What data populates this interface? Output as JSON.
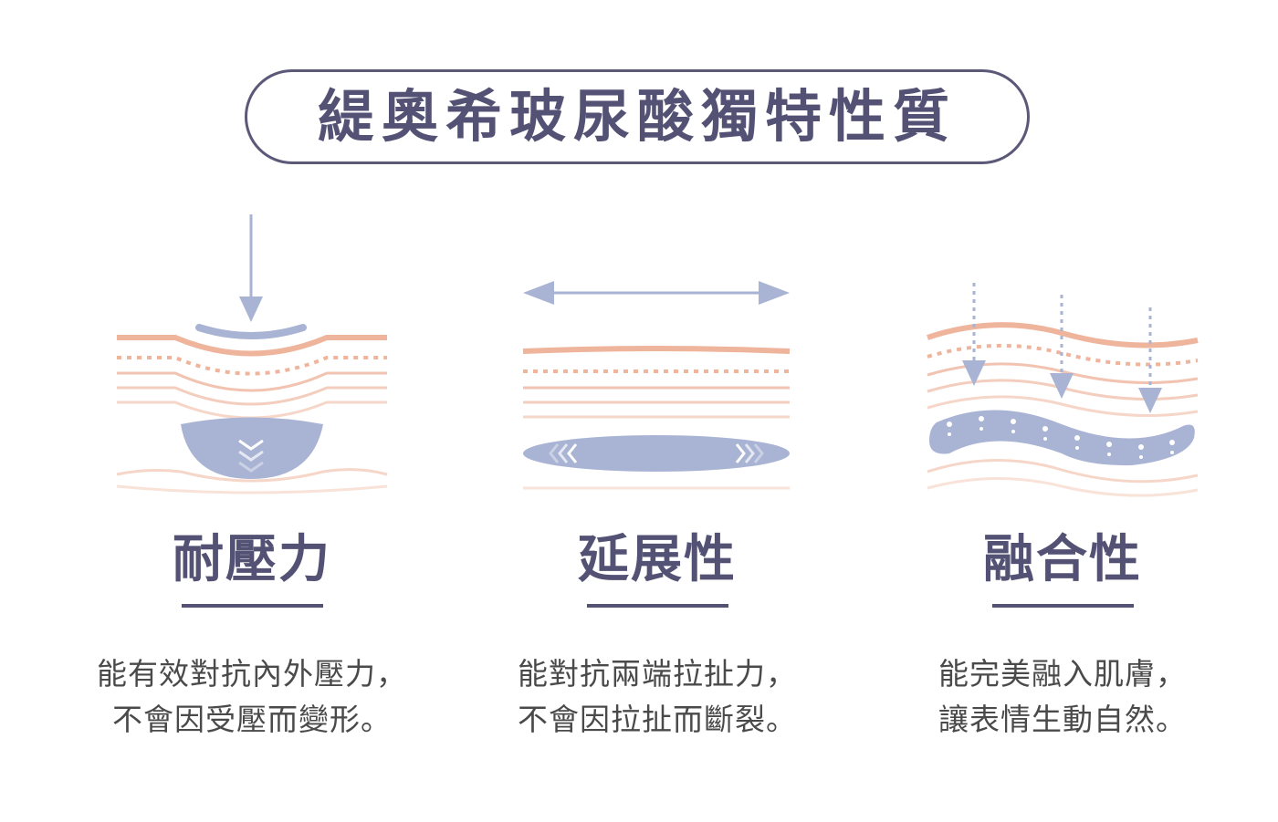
{
  "title": "緹奧希玻尿酸獨特性質",
  "colors": {
    "accent": "#545274",
    "arrow": "#a9b3d3",
    "gel": "#a9b3d3",
    "skin_top": "#efb49c",
    "skin_light": "#f6d6c8"
  },
  "features": [
    {
      "heading": "耐壓力",
      "line1": "能有效對抗內外壓力，",
      "line2": "不會因受壓而變形。",
      "icon": "pressure-resistance-illustration"
    },
    {
      "heading": "延展性",
      "line1": "能對抗兩端拉扯力，",
      "line2": "不會因拉扯而斷裂。",
      "icon": "stretchability-illustration"
    },
    {
      "heading": "融合性",
      "line1": "能完美融入肌膚，",
      "line2": "讓表情生動自然。",
      "icon": "integration-illustration"
    }
  ]
}
